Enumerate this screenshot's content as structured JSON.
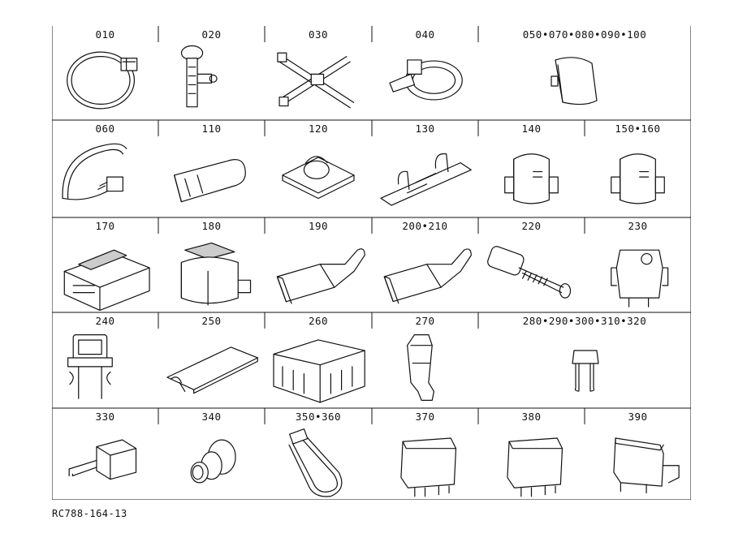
{
  "cells": [
    {
      "label": "010",
      "icon": "cable-band-icon"
    },
    {
      "label": "020",
      "icon": "clip-band-icon"
    },
    {
      "label": "030",
      "icon": "cross-tie-icon"
    },
    {
      "label": "040",
      "icon": "strap-clip-icon"
    },
    {
      "label": "050•070•080•090•100",
      "icon": "boot-cap-icon"
    },
    {
      "label": "060",
      "icon": "band-clamp-icon"
    },
    {
      "label": "110",
      "icon": "terminal-boot-icon"
    },
    {
      "label": "120",
      "icon": "fastener-clip-icon"
    },
    {
      "label": "130",
      "icon": "harness-holder-icon"
    },
    {
      "label": "140",
      "icon": "connector-clip-icon"
    },
    {
      "label": "150•160",
      "icon": "connector-clip-icon"
    },
    {
      "label": "170",
      "icon": "fuse-box-icon"
    },
    {
      "label": "180",
      "icon": "connector-block-icon"
    },
    {
      "label": "190",
      "icon": "protector-boot-icon"
    },
    {
      "label": "200•210",
      "icon": "protector-boot-icon"
    },
    {
      "label": "220",
      "icon": "fuse-holder-icon"
    },
    {
      "label": "230",
      "icon": "relay-socket-icon"
    },
    {
      "label": "240",
      "icon": "fuse-icon"
    },
    {
      "label": "250",
      "icon": "plate-icon"
    },
    {
      "label": "260",
      "icon": "block-frame-icon"
    },
    {
      "label": "270",
      "icon": "terminal-icon"
    },
    {
      "label": "280•290•300•310•320",
      "icon": "blade-fuse-icon"
    },
    {
      "label": "330",
      "icon": "diode-connector-icon"
    },
    {
      "label": "340",
      "icon": "grommet-icon"
    },
    {
      "label": "350•360",
      "icon": "cable-tie-icon"
    },
    {
      "label": "370",
      "icon": "relay-icon"
    },
    {
      "label": "380",
      "icon": "relay-icon"
    },
    {
      "label": "390",
      "icon": "relay-bracket-icon"
    }
  ],
  "footer": {
    "code": "RC788-164-13"
  }
}
